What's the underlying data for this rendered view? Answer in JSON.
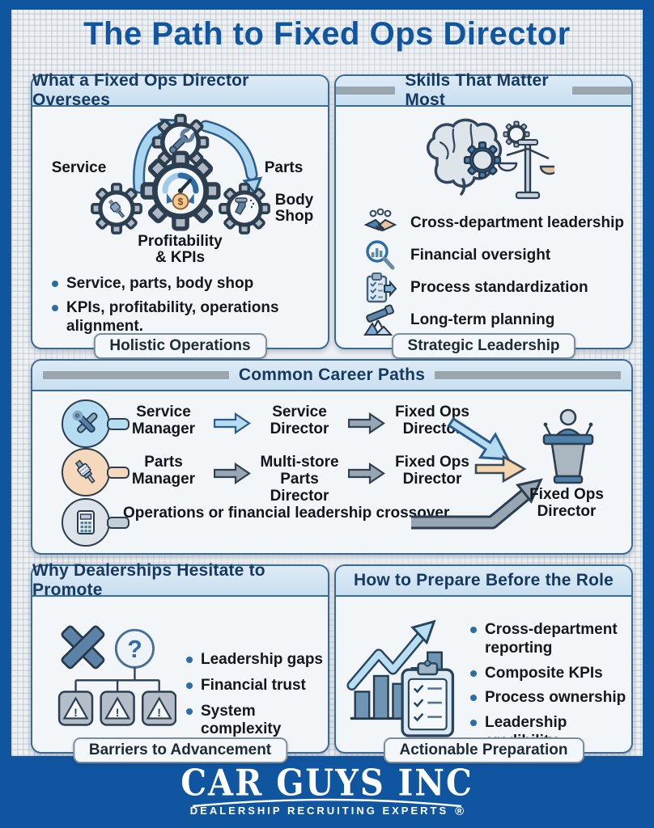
{
  "title": "The Path to Fixed Ops Director",
  "panels": {
    "oversees": {
      "header": "What a Fixed Ops Director Oversees",
      "diagram": {
        "service": "Service",
        "parts": "Parts",
        "body_shop": "Body Shop",
        "profitability": "Profitability & KPIs"
      },
      "bullets": [
        "Service, parts, body shop",
        "KPIs, profitability, operations alignment."
      ],
      "badge": "Holistic Operations"
    },
    "skills": {
      "header": "Skills That Matter Most",
      "items": [
        {
          "icon": "handshake-icon",
          "label": "Cross-department leadership"
        },
        {
          "icon": "magnifier-chart-icon",
          "label": "Financial oversight"
        },
        {
          "icon": "clipboard-arrow-icon",
          "label": "Process standardization"
        },
        {
          "icon": "telescope-icon",
          "label": "Long-term planning"
        }
      ],
      "badge": "Strategic Leadership"
    },
    "career": {
      "header": "Common Career Paths",
      "rows": [
        {
          "icon": "tools-icon",
          "steps": [
            "Service Manager",
            "Service Director",
            "Fixed Ops Director"
          ]
        },
        {
          "icon": "sparkplug-icon",
          "steps": [
            "Parts Manager",
            "Multi-store Parts Director",
            "Fixed Ops Director"
          ]
        },
        {
          "icon": "calculator-icon",
          "text": "Operations or financial leadership crossover"
        }
      ],
      "destination": "Fixed Ops Director"
    },
    "hesitate": {
      "header": "Why Dealerships Hesitate to Promote",
      "bullets": [
        "Leadership gaps",
        "Financial trust",
        "System complexity"
      ],
      "badge": "Barriers to Advancement"
    },
    "prepare": {
      "header": "How to Prepare Before the Role",
      "bullets": [
        "Cross-department reporting",
        "Composite KPIs",
        "Process ownership",
        "Leadership credibility"
      ],
      "badge": "Actionable Preparation"
    }
  },
  "icons": {
    "dollar": "$",
    "question": "?",
    "warning": "!"
  },
  "footer": {
    "brand": "CAR GUYS INC",
    "tagline": "DEALERSHIP RECRUITING EXPERTS",
    "registered": "®"
  },
  "colors": {
    "brand_blue": "#0f55a0",
    "navy_text": "#16395f",
    "panel_border": "#3a6b96",
    "header_bg": "#cfe2f2",
    "arrow_blue": "#b5dcf1",
    "arrow_gray": "#97a6b2",
    "arrow_peach": "#f6d4ad",
    "bullet_blue": "#2e6da4"
  }
}
